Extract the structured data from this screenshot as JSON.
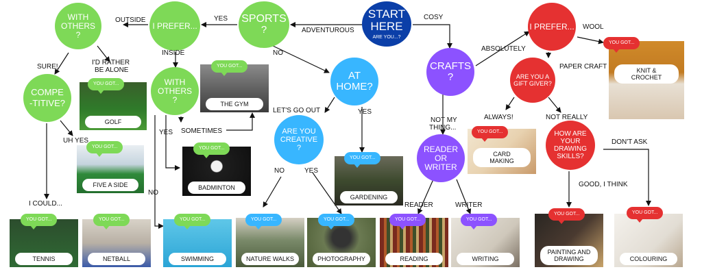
{
  "nodes": {
    "start": {
      "line1": "START",
      "line2": "HERE",
      "sub": "ARE YOU...?",
      "color": "#0b3fa8"
    },
    "sports": {
      "line1": "SPORTS",
      "line2": "?",
      "color": "#7ed957"
    },
    "prefer_sports": {
      "text": "I PREFER...",
      "color": "#7ed957"
    },
    "with_others_top": {
      "line1": "WITH",
      "line2": "OTHERS",
      "line3": "?",
      "color": "#7ed957"
    },
    "competitive": {
      "line1": "COMPE",
      "line2": "-TITIVE?",
      "color": "#7ed957"
    },
    "with_others_inside": {
      "line1": "WITH",
      "line2": "OTHERS",
      "line3": "?",
      "color": "#7ed957"
    },
    "at_home": {
      "line1": "AT",
      "line2": "HOME?",
      "color": "#38b6ff"
    },
    "creative": {
      "line1": "ARE YOU",
      "line2": "CREATIVE",
      "line3": "?",
      "color": "#38b6ff"
    },
    "crafts": {
      "line1": "CRAFTS",
      "line2": "?",
      "color": "#8c52ff"
    },
    "reader_writer": {
      "line1": "READER",
      "line2": "OR",
      "line3": "WRITER",
      "color": "#8c52ff"
    },
    "prefer_crafts": {
      "text": "I PREFER...",
      "color": "#e53131"
    },
    "gift_giver": {
      "line1": "ARE YOU A",
      "line2": "GIFT GIVER?",
      "color": "#e53131"
    },
    "drawing_skills": {
      "line1": "HOW ARE",
      "line2": "YOUR",
      "line3": "DRAWING",
      "line4": "SKILLS?",
      "color": "#e53131"
    }
  },
  "edge_labels": {
    "cosy": "COSY",
    "adventurous": "ADVENTUROUS",
    "yes_sports": "YES",
    "no_sports": "NO",
    "outside": "OUTSIDE",
    "inside": "INSIDE",
    "sure": "SURE!",
    "rather_alone_1": "I'D RATHER",
    "rather_alone_2": "BE ALONE",
    "uh_yes": "UH YES",
    "i_could": "I COULD...",
    "yes_inside": "YES",
    "sometimes": "SOMETIMES",
    "no_inside": "NO",
    "lets_go_out": "LET'S GO OUT",
    "yes_home": "YES",
    "no_creative": "NO",
    "yes_creative": "YES",
    "absolutely": "ABSOLUTELY",
    "not_my_thing_1": "NOT MY",
    "not_my_thing_2": "THING...",
    "reader": "READER",
    "writer": "WRITER",
    "wool": "WOOL",
    "paper_craft": "PAPER CRAFT",
    "always": "ALWAYS!",
    "not_really": "NOT REALLY",
    "dont_ask": "DON'T ASK",
    "good_i_think": "GOOD, I THINK"
  },
  "results": {
    "you_got": "YOU GOT...",
    "golf": "GOLF",
    "five_a_side": "FIVE A SIDE",
    "tennis": "TENNIS",
    "netball": "NETBALL",
    "swimming": "SWIMMING",
    "the_gym": "THE GYM",
    "badminton": "BADMINTON",
    "nature_walks": "NATURE WALKS",
    "photography": "PHOTOGRAPHY",
    "gardening": "GARDENING",
    "reading": "READING",
    "writing": "WRITING",
    "card_making_1": "CARD",
    "card_making_2": "MAKING",
    "knit_1": "KNIT &",
    "knit_2": "CROCHET",
    "painting_1": "PAINTING AND",
    "painting_2": "DRAWING",
    "colouring": "COLOURING"
  }
}
